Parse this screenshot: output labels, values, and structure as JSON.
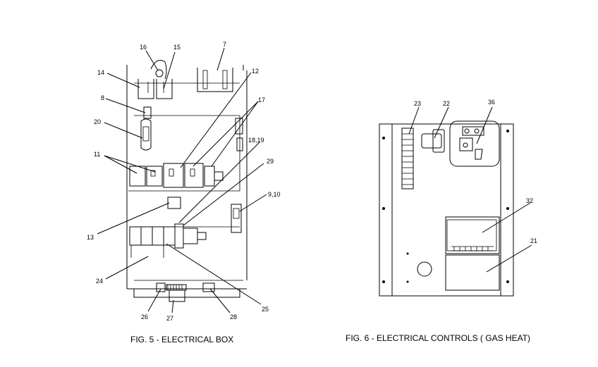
{
  "fig5": {
    "caption": "FIG. 5 - ELECTRICAL BOX",
    "labels": {
      "p16": "16",
      "p15": "15",
      "p7": "7",
      "p14": "14",
      "p12": "12",
      "p8": "8",
      "p17": "17",
      "p20": "20",
      "p18_19": "18,19",
      "p11": "11",
      "p29": "29",
      "p9_10": "9,10",
      "p13": "13",
      "p24": "24",
      "p25": "25",
      "p26": "26",
      "p27": "27",
      "p28": "28"
    }
  },
  "fig6": {
    "caption": "FIG. 6 - ELECTRICAL CONTROLS ( GAS HEAT)",
    "labels": {
      "p23": "23",
      "p22": "22",
      "p36": "36",
      "p32": "32",
      "p21": "21"
    }
  }
}
